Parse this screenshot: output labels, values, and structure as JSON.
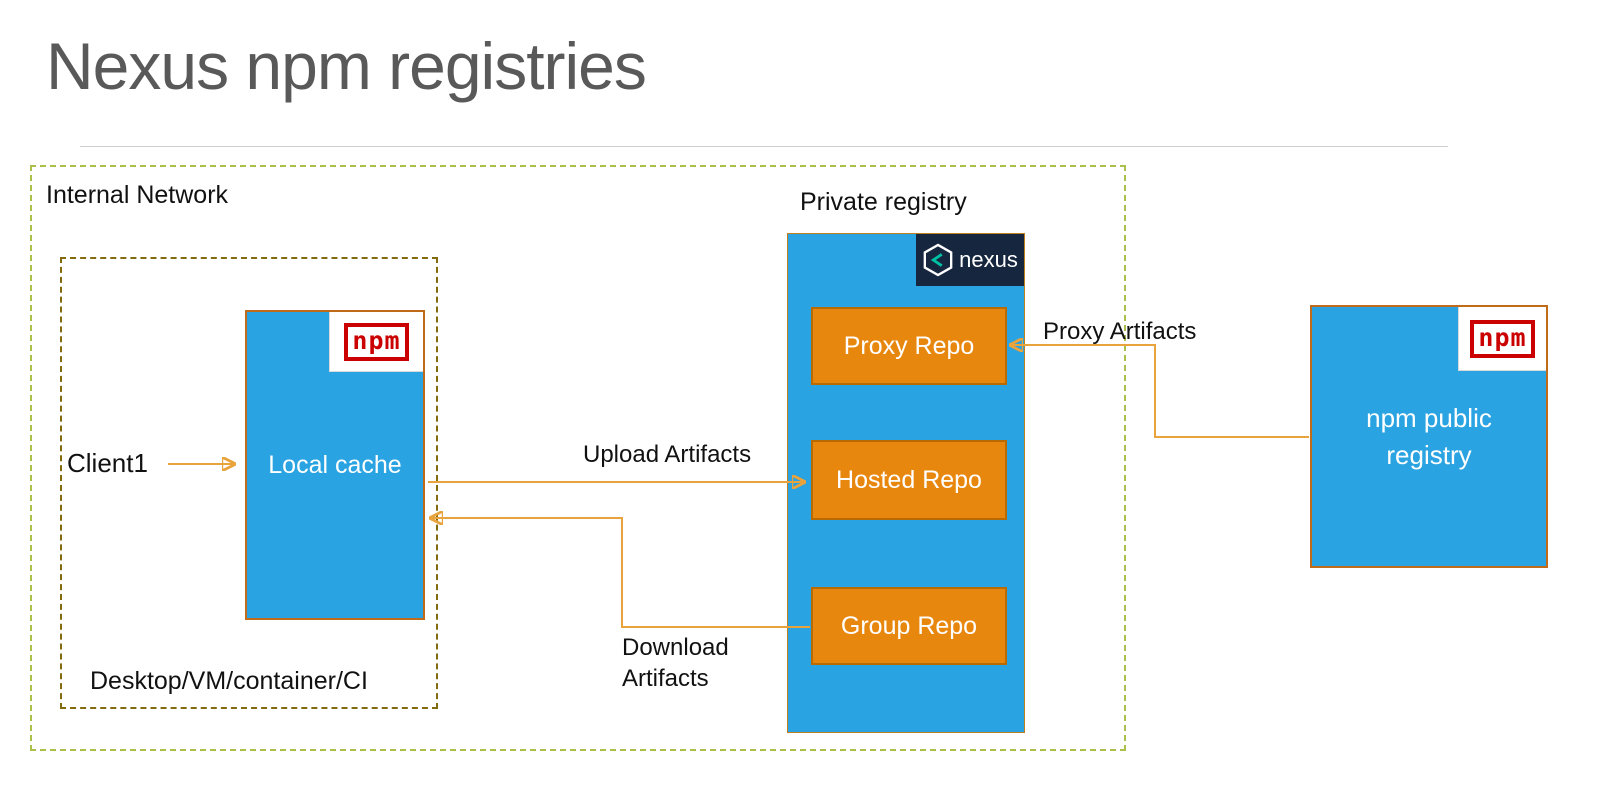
{
  "title": "Nexus npm registries",
  "colors": {
    "box_blue": "#29a3e1",
    "repo_orange": "#e8870e",
    "arrow_orange": "#e8a33c",
    "outer_boundary_dash": "#a9c04a",
    "inner_boundary_dash": "#826a0e",
    "title_gray": "#595959",
    "npm_red": "#cb0000",
    "nexus_navy": "#16263f"
  },
  "internal_network": {
    "label": "Internal Network"
  },
  "client_env": {
    "boundary_label": "Desktop/VM/container/CI",
    "client_label": "Client1",
    "local_cache_label": "Local cache"
  },
  "private_registry": {
    "label": "Private registry",
    "repos": [
      {
        "label": "Proxy Repo"
      },
      {
        "label": "Hosted Repo"
      },
      {
        "label": "Group Repo"
      }
    ]
  },
  "npm_public": {
    "line1": "npm public",
    "line2": "registry"
  },
  "logos": {
    "npm_text": "npm",
    "nexus_text": "nexus"
  },
  "arrow_labels": {
    "upload": "Upload Artifacts",
    "download_line1": "Download",
    "download_line2": "Artifacts",
    "proxy": "Proxy Artifacts"
  }
}
